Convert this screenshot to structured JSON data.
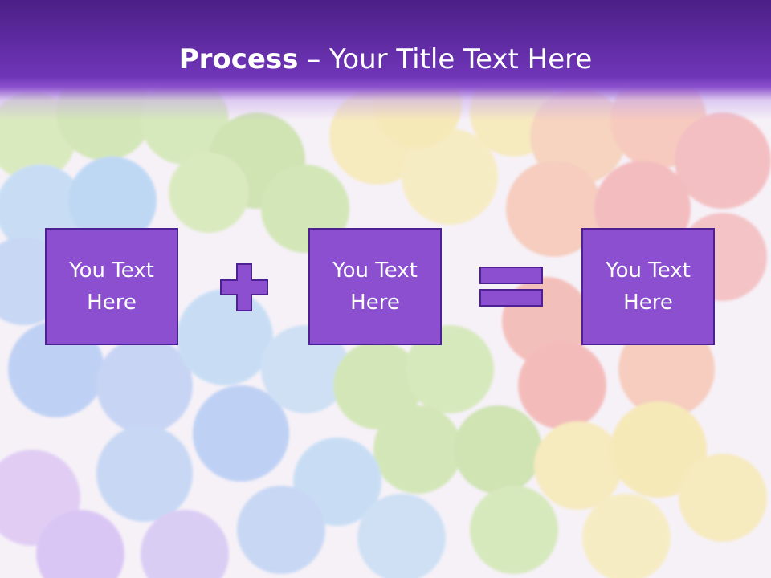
{
  "title": {
    "bold": "Process",
    "rest": " – Your Title Text Here"
  },
  "boxes": [
    {
      "label": "You Text\nHere"
    },
    {
      "label": "You Text\nHere"
    },
    {
      "label": "You Text\nHere"
    }
  ],
  "operators": [
    "plus",
    "equals"
  ],
  "colors": {
    "title_bar": "#5a28a0",
    "box_fill": "#8b4fd0",
    "box_border": "#4d2192",
    "text": "#ffffff"
  },
  "background": {
    "icon": "confetti-circles",
    "colors": [
      "#a8d86a",
      "#8fc4f0",
      "#7aa8f0",
      "#f5e07a",
      "#f5a07a",
      "#f07070",
      "#c8a0f0"
    ]
  }
}
